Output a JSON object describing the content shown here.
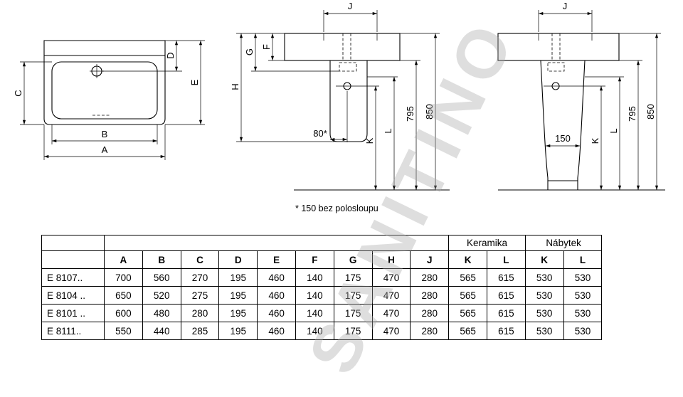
{
  "watermark": "SANITINO",
  "note": "* 150 bez polosloupu",
  "drawings": {
    "plan": {
      "label_a": "A",
      "label_b": "B",
      "label_c": "C",
      "label_d": "D",
      "label_e": "E"
    },
    "half_pedestal": {
      "label_j": "J",
      "label_f": "F",
      "label_g": "G",
      "label_h": "H",
      "label_k": "K",
      "label_l": "L",
      "dim_80": "80*",
      "dim_795": "795",
      "dim_850": "850"
    },
    "full_pedestal": {
      "label_j": "J",
      "label_k": "K",
      "label_l": "L",
      "dim_150": "150",
      "dim_795": "795",
      "dim_850": "850"
    }
  },
  "table": {
    "groups": [
      "Keramika",
      "Nábytek"
    ],
    "columns": [
      "A",
      "B",
      "C",
      "D",
      "E",
      "F",
      "G",
      "H",
      "J",
      "K",
      "L",
      "K",
      "L"
    ],
    "rows": [
      {
        "model": "E 8107..",
        "values": [
          "700",
          "560",
          "270",
          "195",
          "460",
          "140",
          "175",
          "470",
          "280",
          "565",
          "615",
          "530",
          "530"
        ]
      },
      {
        "model": "E 8104 ..",
        "values": [
          "650",
          "520",
          "275",
          "195",
          "460",
          "140",
          "175",
          "470",
          "280",
          "565",
          "615",
          "530",
          "530"
        ]
      },
      {
        "model": "E 8101 ..",
        "values": [
          "600",
          "480",
          "280",
          "195",
          "460",
          "140",
          "175",
          "470",
          "280",
          "565",
          "615",
          "530",
          "530"
        ]
      },
      {
        "model": "E 8111..",
        "values": [
          "550",
          "440",
          "285",
          "195",
          "460",
          "140",
          "175",
          "470",
          "280",
          "565",
          "615",
          "530",
          "530"
        ]
      }
    ]
  }
}
